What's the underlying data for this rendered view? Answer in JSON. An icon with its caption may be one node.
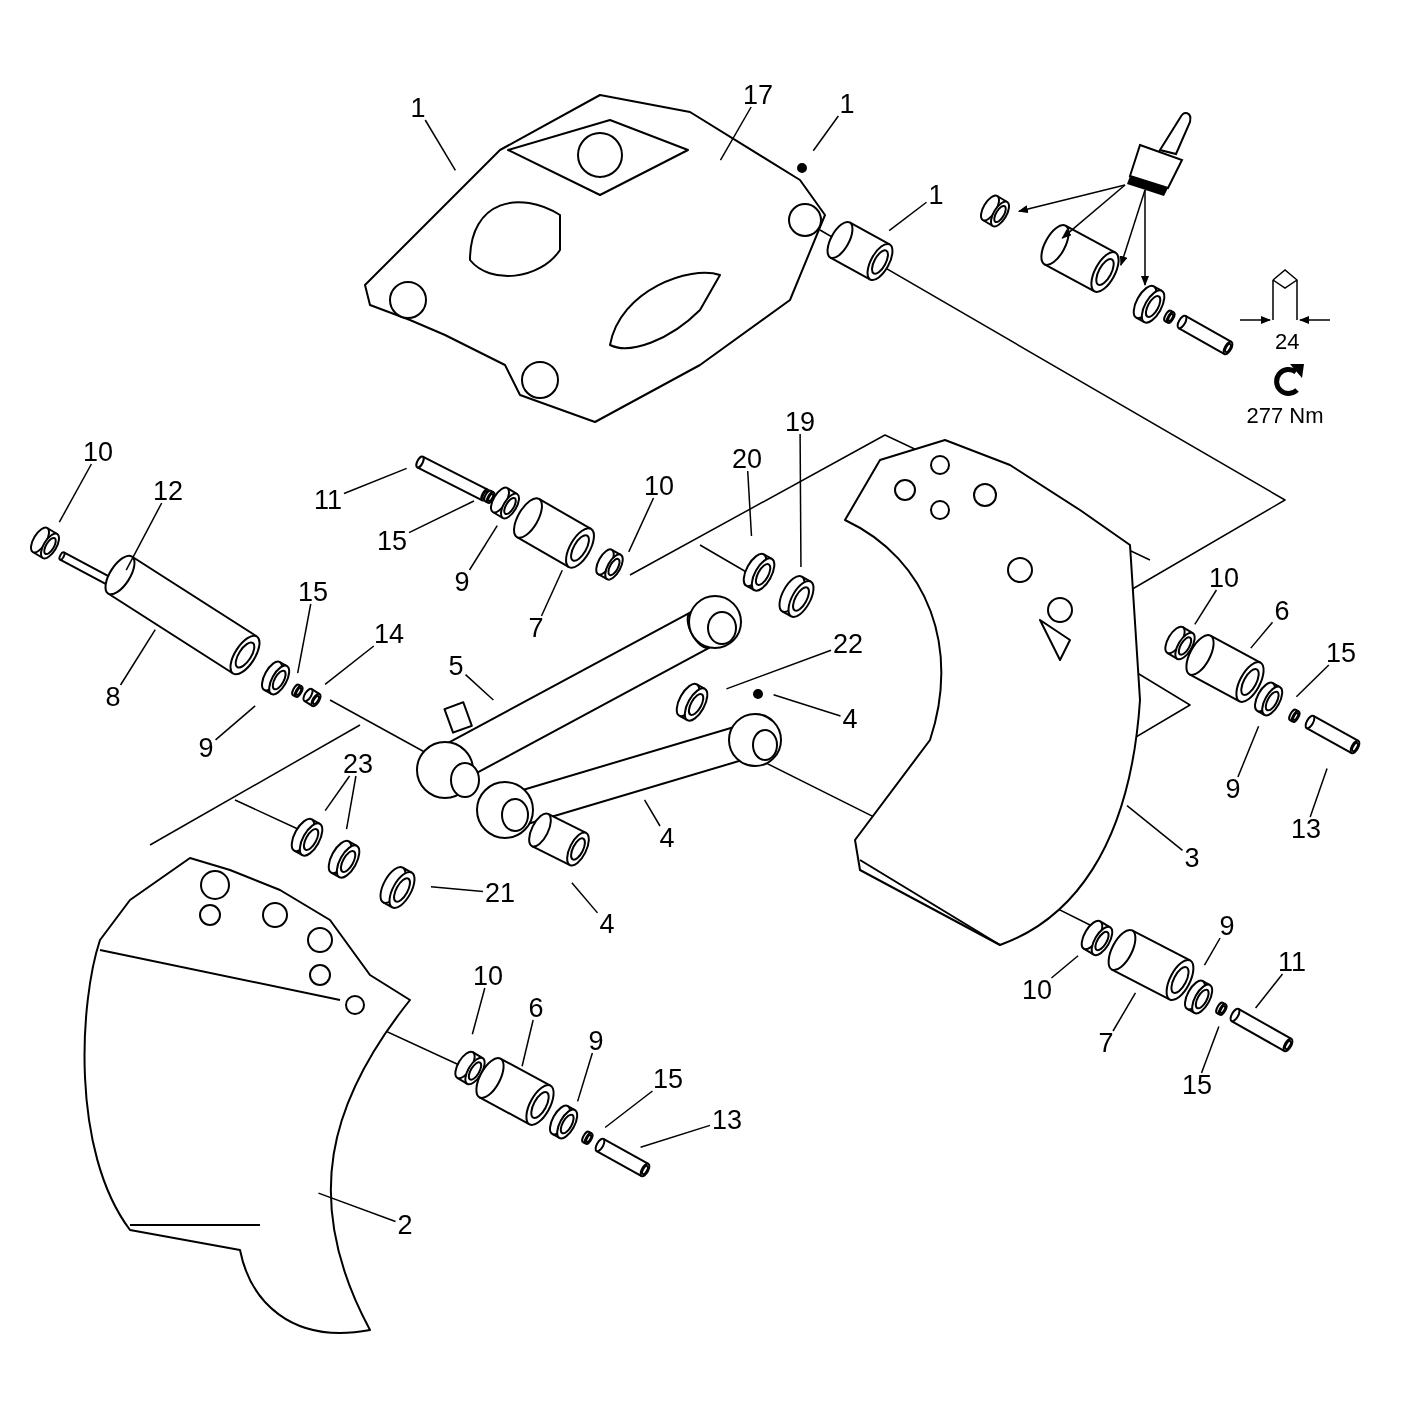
{
  "diagram": {
    "nodes": [
      {
        "text": [
          "1"
        ]
      },
      {
        "text": [
          "17"
        ]
      },
      {
        "text": [
          "1"
        ]
      },
      {
        "text": [
          "1"
        ]
      },
      {
        "text": [],
        "shape": "picture"
      },
      {
        "text": [
          "11"
        ]
      },
      {
        "text": [
          "15"
        ]
      },
      {
        "text": [
          "9"
        ]
      },
      {
        "text": [
          "7"
        ]
      },
      {
        "text": [
          "10"
        ]
      },
      {
        "text": [
          "20"
        ]
      },
      {
        "text": [
          "19"
        ]
      },
      {
        "text": [
          "10"
        ]
      },
      {
        "text": [
          "12"
        ]
      },
      {
        "text": [
          "10"
        ]
      },
      {
        "text": [
          "6"
        ]
      },
      {
        "text": [
          "15"
        ]
      },
      {
        "text": [
          "9"
        ]
      },
      {
        "text": [
          "13"
        ]
      },
      {
        "text": [
          "15"
        ]
      },
      {
        "text": [
          "14"
        ]
      },
      {
        "text": [
          "5"
        ]
      },
      {
        "text": [
          "22"
        ]
      },
      {
        "text": [
          "4"
        ]
      },
      {
        "text": [
          "8"
        ]
      },
      {
        "text": [
          "9"
        ]
      },
      {
        "text": [
          "23"
        ]
      },
      {
        "text": [
          "4"
        ]
      },
      {
        "text": [
          "3"
        ]
      },
      {
        "text": [
          "21"
        ]
      },
      {
        "text": [
          "4"
        ]
      },
      {
        "text": [
          "9"
        ]
      },
      {
        "text": [
          "11"
        ]
      },
      {
        "text": [
          "10"
        ]
      },
      {
        "text": [
          "6"
        ]
      },
      {
        "text": [
          "9"
        ]
      },
      {
        "text": [
          "10"
        ]
      },
      {
        "text": [
          "7"
        ]
      },
      {
        "text": [
          "15"
        ]
      },
      {
        "text": [
          "15"
        ]
      },
      {
        "text": [
          "13"
        ]
      },
      {
        "text": [
          "2"
        ]
      }
    ],
    "edges": [
      {
        "from": 0,
        "to": null,
        "arrow": "none"
      },
      {
        "from": 1,
        "to": null,
        "arrow": "none"
      },
      {
        "from": 2,
        "to": null,
        "arrow": "none"
      },
      {
        "from": 3,
        "to": null,
        "arrow": "none"
      },
      {
        "from": 4,
        "to": null,
        "arrow": "to"
      },
      {
        "from": 4,
        "to": null,
        "arrow": "to"
      },
      {
        "from": 4,
        "to": null,
        "arrow": "to"
      },
      {
        "from": 4,
        "to": null,
        "arrow": "to"
      },
      {
        "from": 5,
        "to": null,
        "arrow": "none"
      },
      {
        "from": 6,
        "to": null,
        "arrow": "none"
      },
      {
        "from": 7,
        "to": null,
        "arrow": "none"
      },
      {
        "from": 8,
        "to": null,
        "arrow": "none"
      },
      {
        "from": 9,
        "to": null,
        "arrow": "none"
      },
      {
        "from": 10,
        "to": null,
        "arrow": "none"
      },
      {
        "from": 11,
        "to": null,
        "arrow": "none"
      },
      {
        "from": 12,
        "to": null,
        "arrow": "none"
      },
      {
        "from": 13,
        "to": null,
        "arrow": "none"
      },
      {
        "from": 14,
        "to": null,
        "arrow": "none"
      },
      {
        "from": 15,
        "to": null,
        "arrow": "none"
      },
      {
        "from": 16,
        "to": null,
        "arrow": "none"
      },
      {
        "from": 17,
        "to": null,
        "arrow": "none"
      },
      {
        "from": 18,
        "to": null,
        "arrow": "none"
      },
      {
        "from": 19,
        "to": null,
        "arrow": "none"
      },
      {
        "from": 20,
        "to": null,
        "arrow": "none"
      },
      {
        "from": 21,
        "to": null,
        "arrow": "none"
      },
      {
        "from": 22,
        "to": null,
        "arrow": "none"
      },
      {
        "from": 23,
        "to": null,
        "arrow": "none"
      },
      {
        "from": 24,
        "to": null,
        "arrow": "none"
      },
      {
        "from": 25,
        "to": null,
        "arrow": "none"
      },
      {
        "from": 26,
        "to": null,
        "arrow": "none"
      },
      {
        "from": 26,
        "to": null,
        "arrow": "none"
      },
      {
        "from": 27,
        "to": null,
        "arrow": "none"
      },
      {
        "from": 28,
        "to": null,
        "arrow": "none"
      },
      {
        "from": 29,
        "to": null,
        "arrow": "none"
      },
      {
        "from": 30,
        "to": null,
        "arrow": "none"
      },
      {
        "from": 31,
        "to": null,
        "arrow": "none"
      },
      {
        "from": 32,
        "to": null,
        "arrow": "none"
      },
      {
        "from": 33,
        "to": null,
        "arrow": "none"
      },
      {
        "from": 34,
        "to": null,
        "arrow": "none"
      },
      {
        "from": 35,
        "to": null,
        "arrow": "none"
      },
      {
        "from": 36,
        "to": null,
        "arrow": "none"
      },
      {
        "from": 37,
        "to": null,
        "arrow": "none"
      },
      {
        "from": 38,
        "to": null,
        "arrow": "none"
      },
      {
        "from": 39,
        "to": null,
        "arrow": "none"
      },
      {
        "from": 40,
        "to": null,
        "arrow": "none"
      },
      {
        "from": 41,
        "to": null,
        "arrow": "none"
      }
    ],
    "labels": [
      "24",
      "277 Nm"
    ]
  }
}
